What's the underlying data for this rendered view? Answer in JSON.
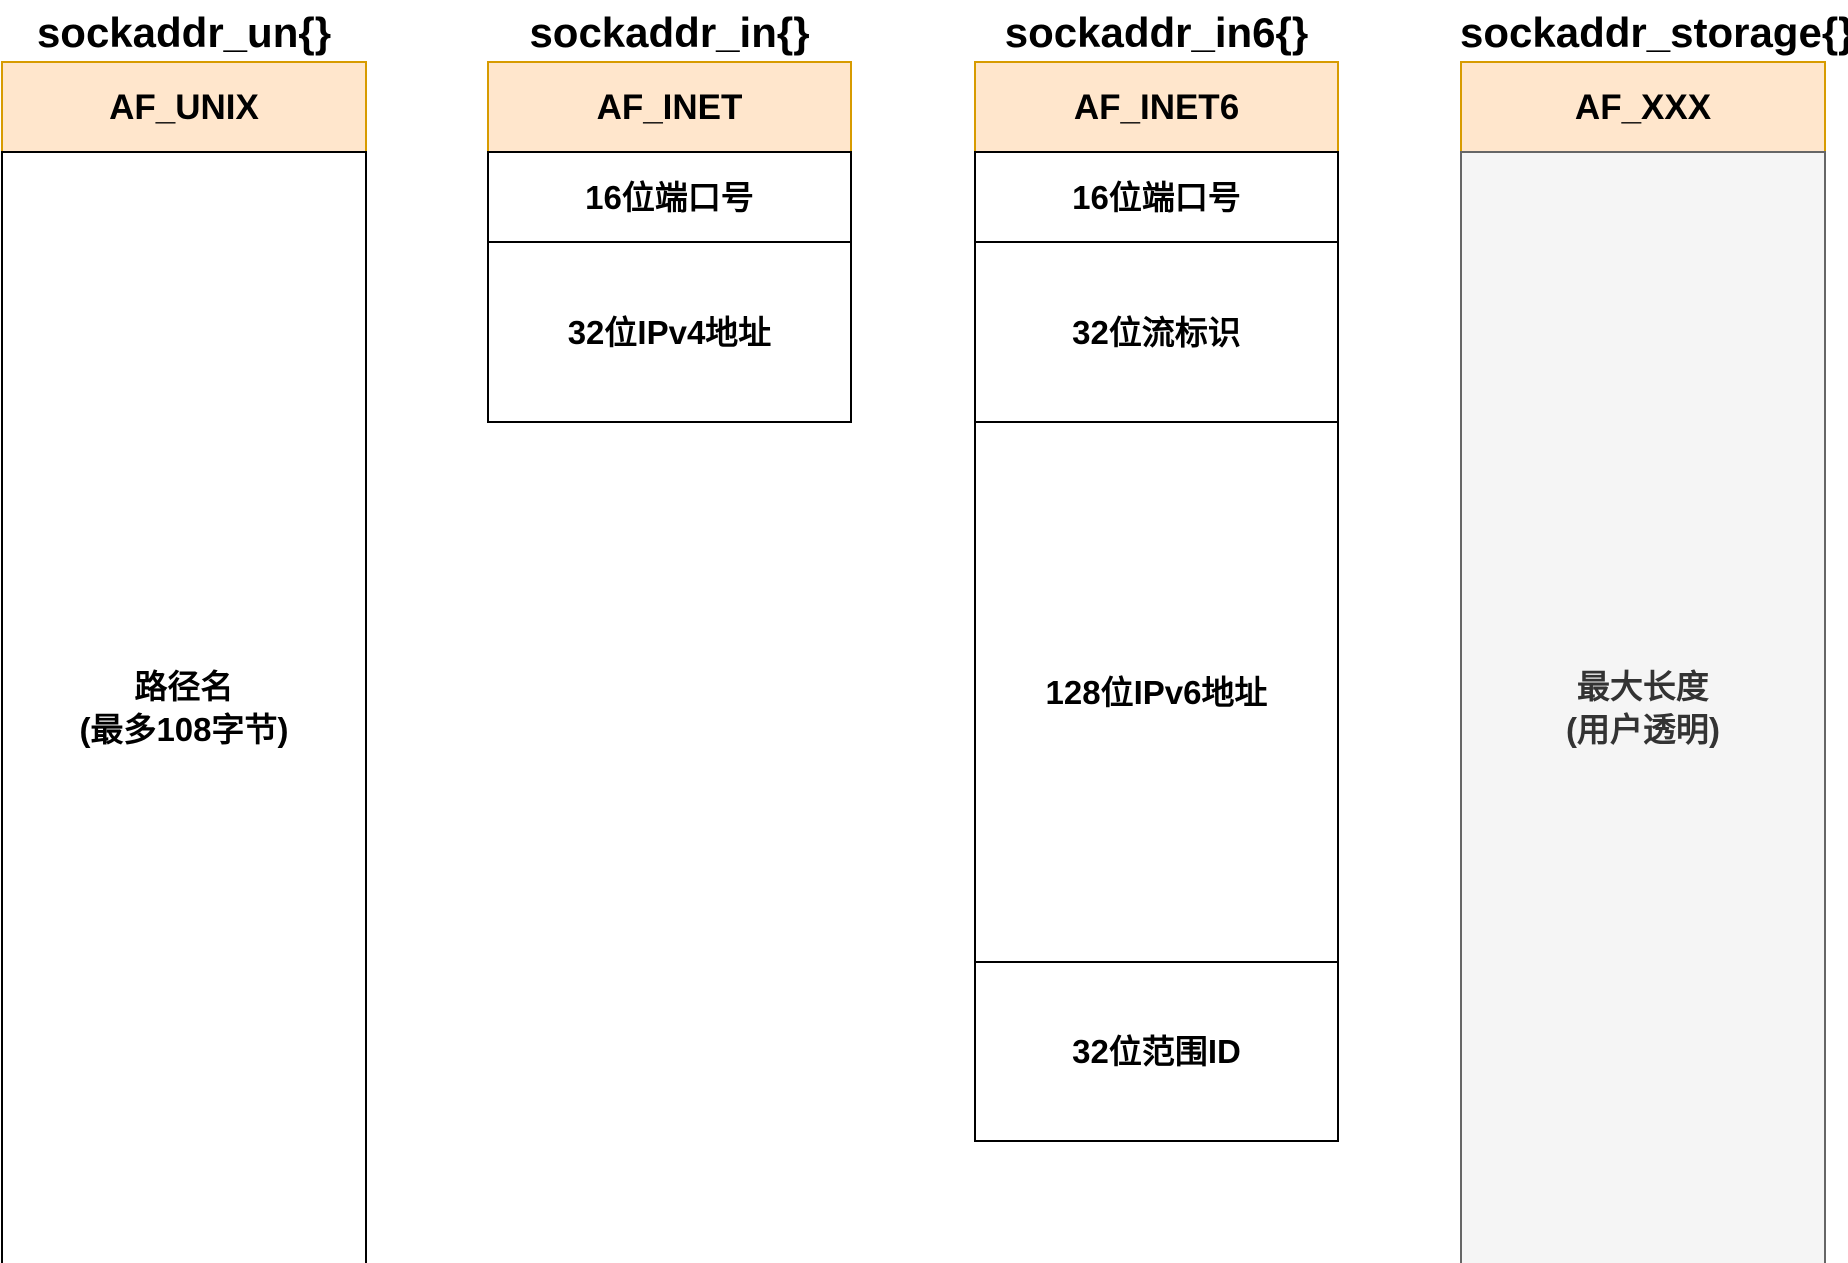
{
  "structs": [
    {
      "title": "sockaddr_un{}",
      "family": "AF_UNIX",
      "fields": [
        {
          "text": [
            "路径名",
            "(最多108字节)"
          ]
        }
      ]
    },
    {
      "title": "sockaddr_in{}",
      "family": "AF_INET",
      "fields": [
        {
          "text": [
            "16位端口号"
          ]
        },
        {
          "text": [
            "32位IPv4地址"
          ]
        }
      ]
    },
    {
      "title": "sockaddr_in6{}",
      "family": "AF_INET6",
      "fields": [
        {
          "text": [
            "16位端口号"
          ]
        },
        {
          "text": [
            "32位流标识"
          ]
        },
        {
          "text": [
            "128位IPv6地址"
          ]
        },
        {
          "text": [
            "32位范围ID"
          ]
        }
      ]
    },
    {
      "title": "sockaddr_storage{}",
      "family": "AF_XXX",
      "fields": [
        {
          "text": [
            "最大长度",
            "(用户透明)"
          ]
        }
      ]
    }
  ],
  "colors": {
    "family_fill": "#ffe6cc",
    "family_border": "#d79b00",
    "field_border": "#000000",
    "storage_fill": "#f5f5f5",
    "storage_border": "#666666",
    "storage_text": "#333333",
    "text": "#000000",
    "background": "#ffffff"
  }
}
